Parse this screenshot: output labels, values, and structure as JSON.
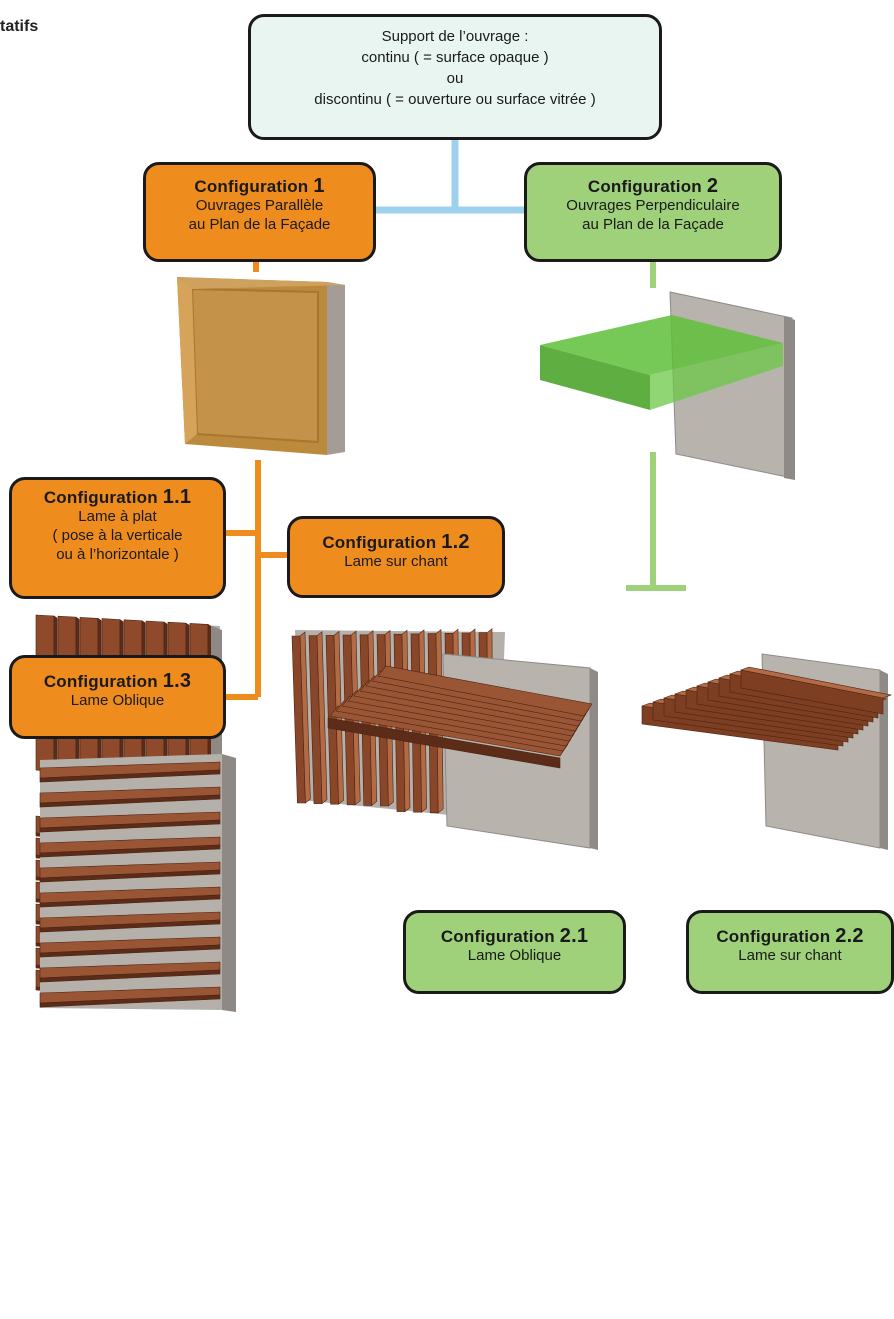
{
  "header": {
    "title": "tatifs"
  },
  "support": {
    "lines": [
      "Support de l’ouvrage :",
      "continu ( = surface opaque )",
      "ou",
      "discontinu ( = ouverture ou surface vitrée )"
    ]
  },
  "config1": {
    "heading": "Configuration ",
    "number": "1",
    "lines": [
      "Ouvrages Parallèle",
      "au Plan de la Façade"
    ]
  },
  "config2": {
    "heading": "Configuration ",
    "number": "2",
    "lines": [
      "Ouvrages Perpendiculaire",
      "au Plan de la Façade"
    ]
  },
  "config11": {
    "heading": "Configuration ",
    "number": "1.1",
    "lines": [
      "Lame à plat",
      "( pose à la verticale",
      "ou à l’horizontale )"
    ]
  },
  "config12": {
    "heading": "Configuration ",
    "number": "1.2",
    "lines": [
      "Lame sur chant"
    ]
  },
  "config13": {
    "heading": "Configuration ",
    "number": "1.3",
    "lines": [
      "Lame Oblique"
    ]
  },
  "config21": {
    "heading": "Configuration ",
    "number": "2.1",
    "lines": [
      "Lame Oblique"
    ]
  },
  "config22": {
    "heading": "Configuration ",
    "number": "2.2",
    "lines": [
      "Lame sur chant"
    ]
  },
  "colors": {
    "orange": "#ef8c1e",
    "green": "#9fd07a",
    "blue_line": "#9dd0ea",
    "wood": "#8e4a2b",
    "wall": "#bdb7b3"
  }
}
